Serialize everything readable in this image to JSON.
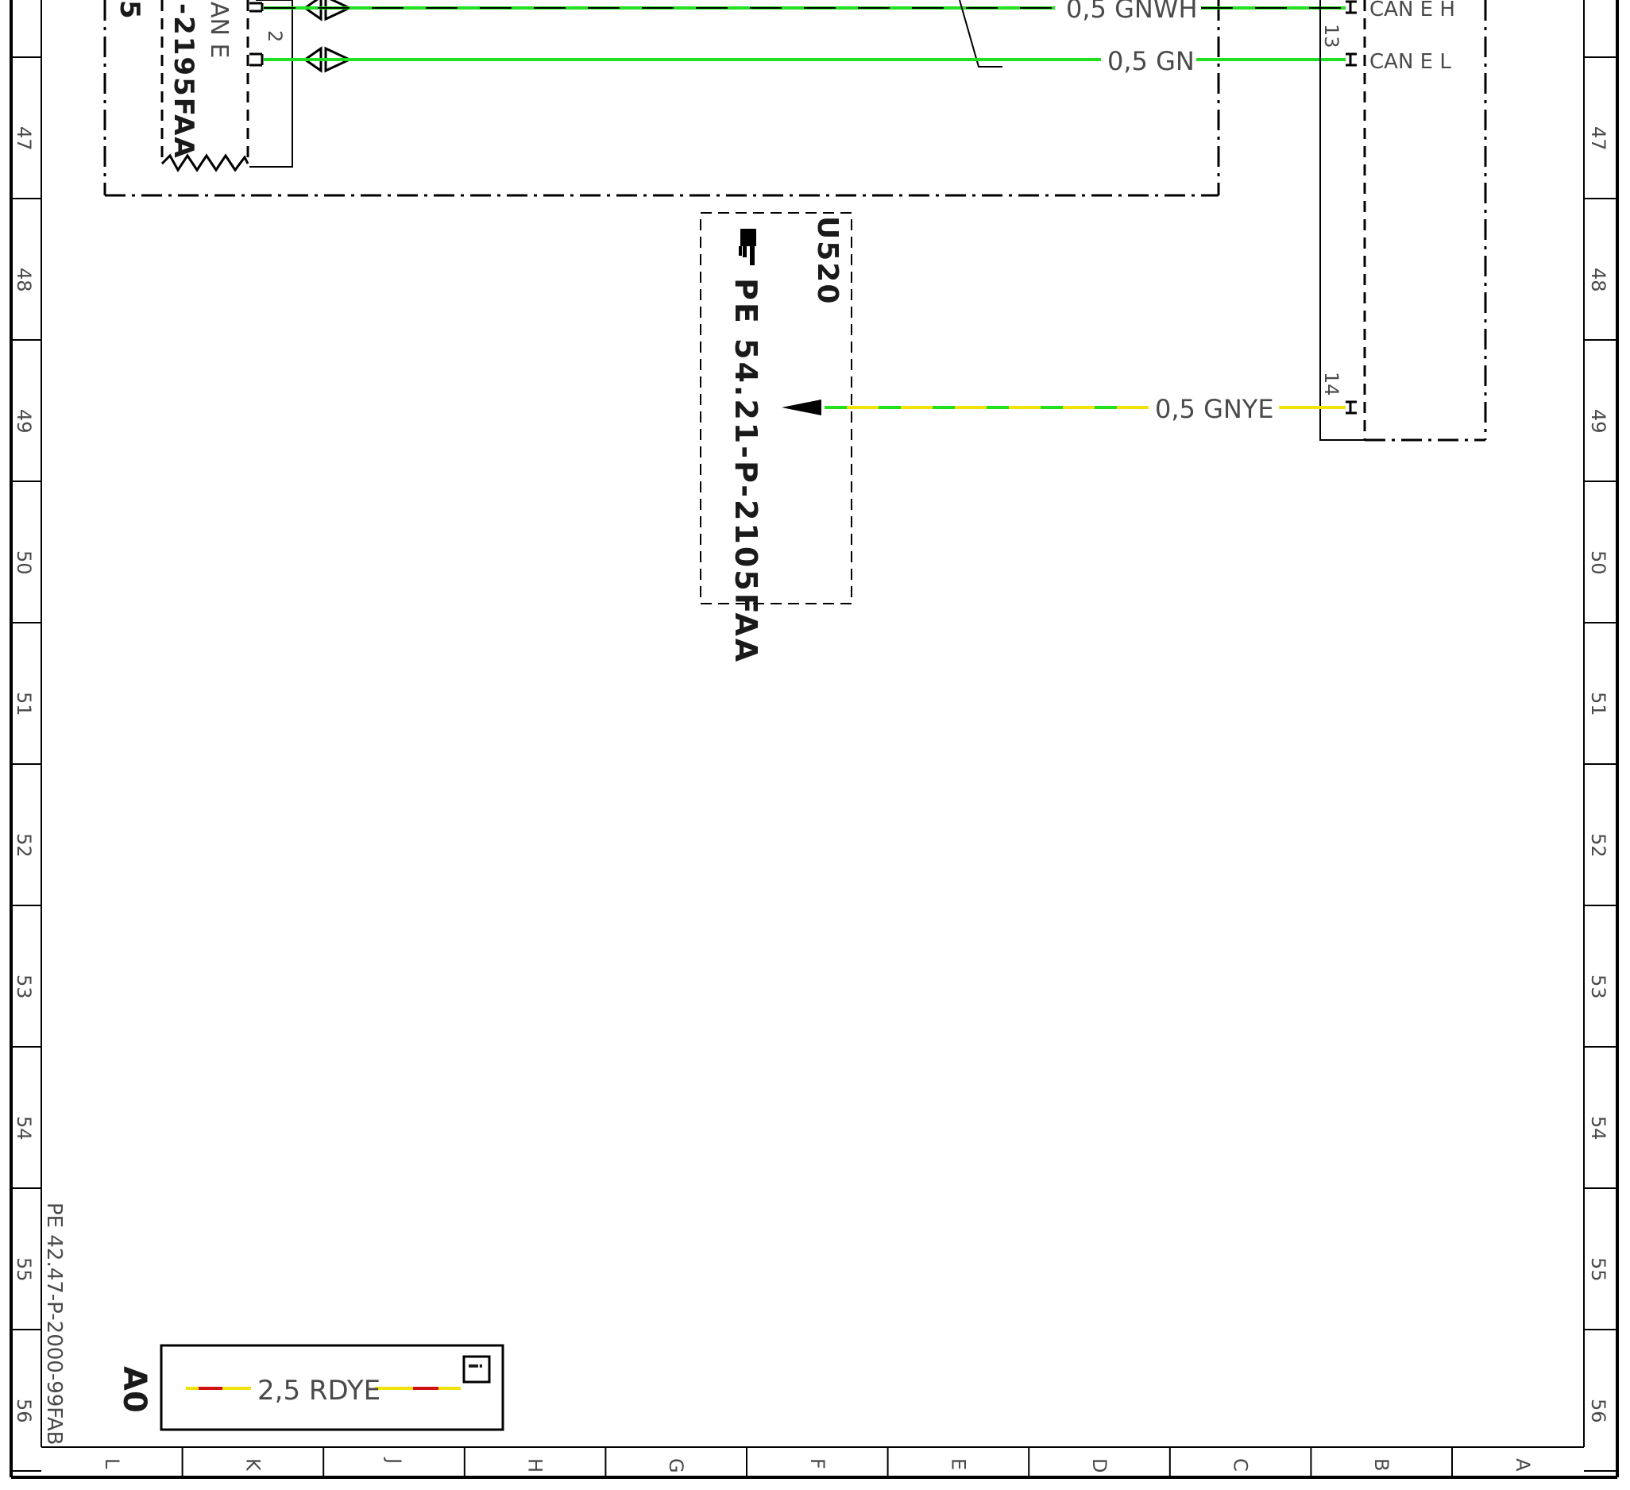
{
  "row_numbers": [
    "47",
    "48",
    "49",
    "50",
    "51",
    "52",
    "53",
    "54",
    "55",
    "56"
  ],
  "column_letters": [
    "L",
    "K",
    "J",
    "H",
    "G",
    "F",
    "E",
    "D",
    "C",
    "B",
    "A"
  ],
  "left_module": {
    "bold_code_visible": "-2195FAA",
    "bold_prefix_visible": "5",
    "label_fragment": "AN E",
    "pin2": "2"
  },
  "wires": {
    "wire1_label": "0,5 GNWH",
    "wire2_label": "0,5 GN",
    "wire3_label": "0,5 GNYE",
    "color_green": "#22e01f",
    "color_yellow": "#f2e20a",
    "color_red": "#d11212"
  },
  "right_module": {
    "pin13": "13",
    "pin14": "14",
    "can_h": "CAN E H",
    "can_l": "CAN E L"
  },
  "reference_box": {
    "component": "U520",
    "reference": "PE 54.21-P-2105FAA"
  },
  "footer": {
    "sheet_reference": "PE 42.47-P-2000-99FAB",
    "legend_zone": "A0",
    "legend_wire_label": "2,5 RDYE",
    "info_mark": "i"
  }
}
